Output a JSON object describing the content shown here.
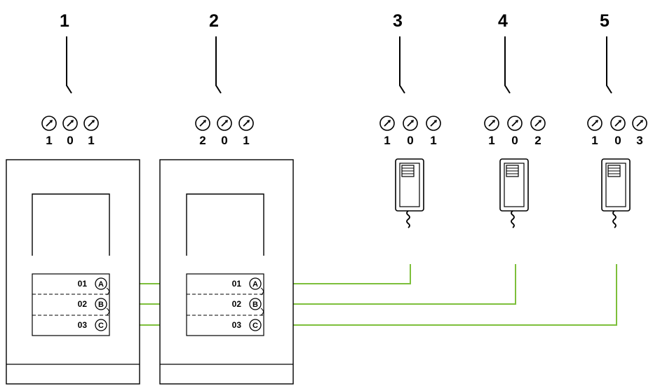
{
  "callouts": [
    "1",
    "2",
    "3",
    "4",
    "5"
  ],
  "address_codes": [
    [
      "1",
      "0",
      "1"
    ],
    [
      "2",
      "0",
      "1"
    ],
    [
      "1",
      "0",
      "1"
    ],
    [
      "1",
      "0",
      "2"
    ],
    [
      "1",
      "0",
      "3"
    ]
  ],
  "panels": [
    {
      "rows": [
        {
          "number": "01",
          "letter": "A"
        },
        {
          "number": "02",
          "letter": "B"
        },
        {
          "number": "03",
          "letter": "C"
        }
      ]
    },
    {
      "rows": [
        {
          "number": "01",
          "letter": "A"
        },
        {
          "number": "02",
          "letter": "B"
        },
        {
          "number": "03",
          "letter": "C"
        }
      ]
    }
  ],
  "icons": {
    "dial": "rotary-dial-icon",
    "handset": "intercom-handset-icon"
  },
  "colors": {
    "wire": "#7dbf3b",
    "line": "#000000"
  }
}
